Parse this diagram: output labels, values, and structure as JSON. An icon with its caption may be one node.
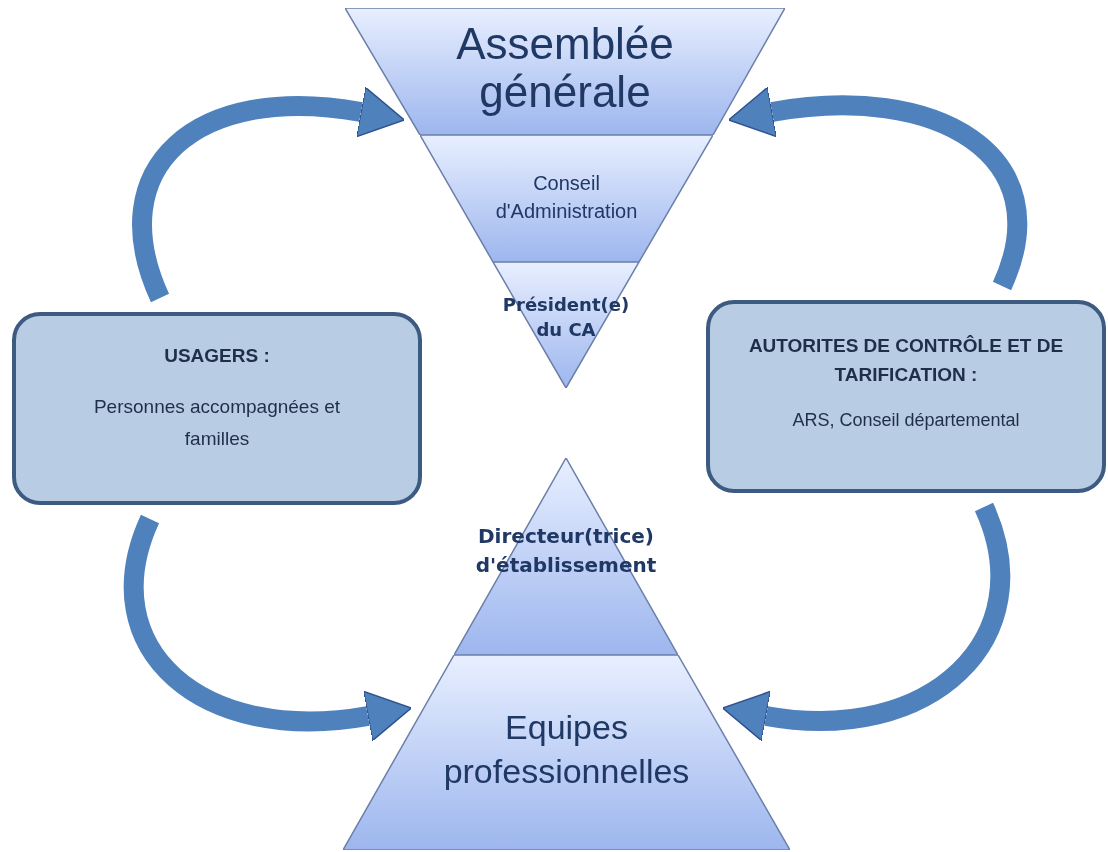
{
  "diagram": {
    "nodes": [
      {
        "text": [
          "Assemblée générale"
        ]
      },
      {
        "text": [
          "Conseil d'Administration"
        ]
      },
      {
        "text": [
          "Président(e) du CA"
        ]
      },
      {
        "text": [
          "USAGERS :",
          "Personnes accompagnées et familles"
        ]
      },
      {
        "text": [
          "AUTORITES DE CONTRÔLE ET DE TARIFICATION :",
          "ARS, Conseil départemental"
        ]
      },
      {
        "text": [
          "Directeur(trice) d'établissement"
        ]
      },
      {
        "text": [
          "Equipes professionnelles"
        ]
      }
    ],
    "edges": [
      {
        "from": 3,
        "to": 0,
        "arrow": "to"
      },
      {
        "from": 4,
        "to": 0,
        "arrow": "to"
      },
      {
        "from": 3,
        "to": 6,
        "arrow": "to"
      },
      {
        "from": 4,
        "to": 6,
        "arrow": "to"
      }
    ]
  }
}
